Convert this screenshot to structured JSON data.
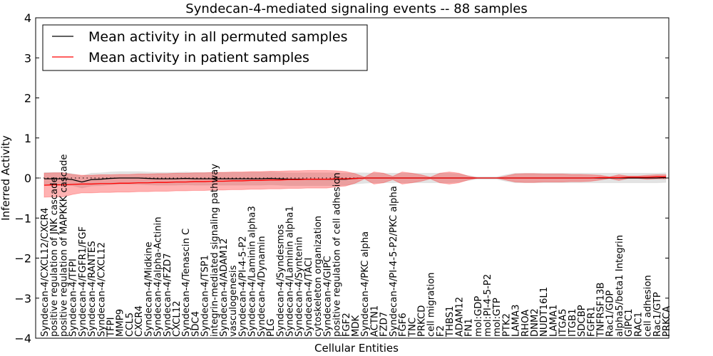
{
  "chart_data": {
    "type": "line",
    "title": "Syndecan-4-mediated signaling events -- 88 samples",
    "xlabel": "Cellular Entities",
    "ylabel": "Inferred Activity",
    "ylim": [
      -4,
      4
    ],
    "yticks": [
      "−4",
      "−3",
      "−2",
      "−1",
      "0",
      "1",
      "2",
      "3",
      "4"
    ],
    "ytick_values": [
      -4,
      -3,
      -2,
      -1,
      0,
      1,
      2,
      3,
      4
    ],
    "legend_position": "top-left",
    "grid": false,
    "zero_line": "dotted",
    "categories": [
      "Syndecan-4/CXCL12/CXCR4",
      "positive regulation of JNK cascade",
      "positive regulation of MAPKKK cascade",
      "Syndecan-4/TFPI",
      "Syndecan-4/FGFR1/FGF",
      "Syndecan-4/RANTES",
      "Syndecan-4/CXCL12",
      "TFPI",
      "MMP9",
      "CCL5",
      "CXCR4",
      "Syndecan-4/Midkine",
      "Syndecan-4/alpha-Actinin",
      "Syndecan-4/FZD7",
      "CXCL12",
      "Syndecan-4/Tenascin C",
      "SDC4",
      "Syndecan-4/TSP1",
      "integrin-mediated signaling pathway",
      "Syndecan-4/ADAM12",
      "vasculogenesis",
      "Syndecan-4/PI-4-5-P2",
      "Syndecan-4/Laminin alpha3",
      "Syndecan-4/Dynamin",
      "PLG",
      "Syndecan-4/Syndesmos",
      "Syndecan-4/Laminin alpha1",
      "Syndecan-4/Syntenin",
      "Syndecan-4/TACI",
      "cytoskeleton organization",
      "Syndecan-4/GIPC",
      "positive regulation of cell adhesion",
      "FGF2",
      "MDK",
      "Syndecan-4/PKC alpha",
      "ACTN1",
      "FZD7",
      "Syndecan-4/PI-4-5-P2/PKC alpha",
      "FGF6",
      "TNC",
      "PRKCD",
      "cell migration",
      "F2",
      "THBS1",
      "ADAM12",
      "FN1",
      "mol:GDP",
      "mol:PI-4-5-P2",
      "mol:GTP",
      "PTK2",
      "LAMA3",
      "RHOA",
      "DNM2",
      "NUDT16L1",
      "LAMA1",
      "ITGA5",
      "ITGB1",
      "SDCBP",
      "FGFR1",
      "TNFRSF13B",
      "Rac1/GDP",
      "alpha5/beta1 Integrin",
      "GIPC1",
      "RAC1",
      "cell adhesion",
      "Rac1/GTP",
      "PRKCA"
    ],
    "series": [
      {
        "name": "Mean activity in all permuted samples",
        "color": "#000000",
        "band_color": "#c8c8c8",
        "values": [
          -0.02,
          -0.02,
          -0.02,
          -0.04,
          -0.1,
          -0.04,
          -0.03,
          -0.01,
          0,
          0,
          0,
          -0.01,
          -0.02,
          -0.02,
          -0.02,
          -0.01,
          -0.02,
          -0.02,
          -0.02,
          -0.02,
          -0.02,
          -0.02,
          -0.02,
          -0.02,
          -0.01,
          -0.02,
          -0.03,
          -0.03,
          -0.03,
          -0.03,
          -0.03,
          -0.03,
          -0.03,
          -0.01,
          0,
          0,
          0,
          0,
          0,
          0,
          0,
          0,
          0,
          0,
          0,
          0,
          0,
          0,
          0,
          0,
          0,
          0,
          0,
          0,
          0,
          0,
          0,
          0,
          0,
          0,
          0,
          0,
          0,
          0,
          0,
          0,
          0.01
        ],
        "spread": [
          0.16,
          0.16,
          0.16,
          0.15,
          0.15,
          0.16,
          0.16,
          0.16,
          0.16,
          0.16,
          0.16,
          0.16,
          0.16,
          0.16,
          0.16,
          0.16,
          0.16,
          0.16,
          0.16,
          0.16,
          0.16,
          0.16,
          0.16,
          0.16,
          0.16,
          0.16,
          0.16,
          0.16,
          0.16,
          0.16,
          0.16,
          0.16,
          0.15,
          0.14,
          0.13,
          0.12,
          0.12,
          0.12,
          0.12,
          0.12,
          0.12,
          0.12,
          0.12,
          0.12,
          0.1,
          0.06,
          0.03,
          0.03,
          0.03,
          0.08,
          0.12,
          0.12,
          0.12,
          0.12,
          0.12,
          0.12,
          0.12,
          0.12,
          0.12,
          0.12,
          0.12,
          0.12,
          0.12,
          0.12,
          0.12,
          0.12,
          0.12
        ]
      },
      {
        "name": "Mean activity in patient samples",
        "color": "#ff0000",
        "band_color": "#ff0000",
        "values": [
          -0.18,
          -0.17,
          -0.17,
          -0.16,
          -0.15,
          -0.15,
          -0.14,
          -0.14,
          -0.13,
          -0.13,
          -0.12,
          -0.12,
          -0.11,
          -0.11,
          -0.1,
          -0.1,
          -0.09,
          -0.09,
          -0.08,
          -0.08,
          -0.07,
          -0.07,
          -0.06,
          -0.06,
          -0.05,
          -0.05,
          -0.04,
          -0.04,
          -0.03,
          -0.03,
          -0.03,
          -0.02,
          -0.02,
          -0.01,
          0,
          0,
          0,
          0,
          0,
          0,
          0,
          0,
          0,
          0,
          0,
          0,
          0,
          0,
          0,
          0,
          0,
          0,
          0,
          0,
          0,
          0,
          0,
          0,
          0,
          0.01,
          0.01,
          0.01,
          0.02,
          0.02,
          0.02,
          0.03,
          0.03
        ],
        "spread": [
          0.3,
          0.3,
          0.3,
          0.25,
          0.22,
          0.22,
          0.22,
          0.22,
          0.22,
          0.22,
          0.22,
          0.22,
          0.22,
          0.22,
          0.22,
          0.22,
          0.22,
          0.22,
          0.22,
          0.22,
          0.22,
          0.22,
          0.22,
          0.22,
          0.22,
          0.22,
          0.22,
          0.22,
          0.22,
          0.22,
          0.22,
          0.2,
          0.18,
          0.12,
          0.02,
          0.15,
          0.12,
          0.04,
          0.15,
          0.12,
          0.08,
          0.02,
          0.12,
          0.15,
          0.12,
          0.05,
          0,
          0,
          0,
          0.05,
          0.1,
          0.11,
          0.11,
          0.1,
          0.1,
          0.1,
          0.09,
          0.09,
          0.08,
          0.06,
          0.02,
          0.07,
          0.03,
          0.03,
          0.05,
          0.05,
          0.05
        ]
      }
    ]
  }
}
